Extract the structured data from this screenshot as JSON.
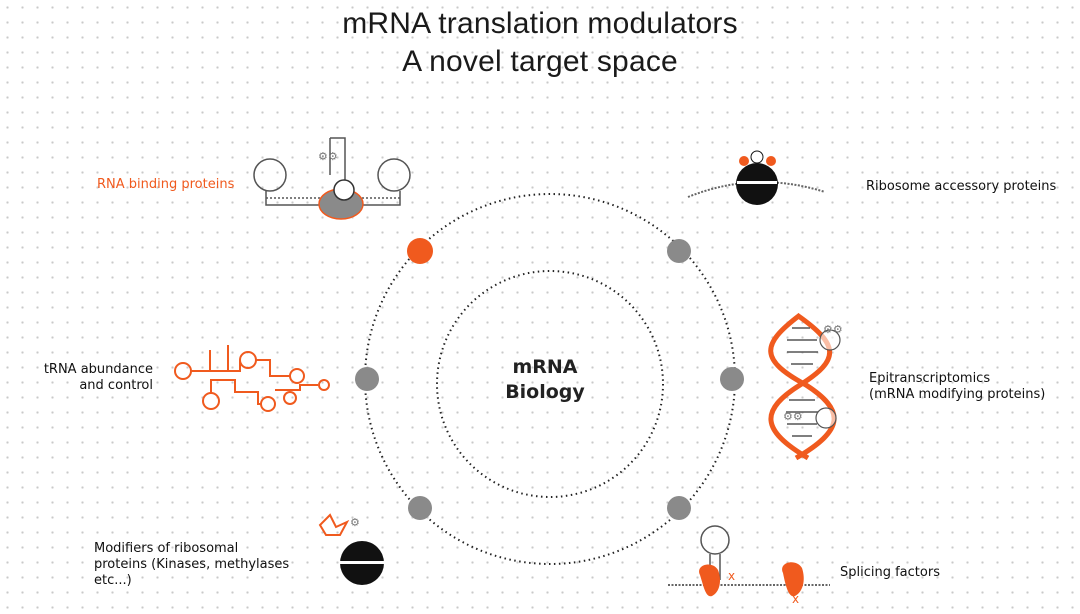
{
  "title": {
    "line1": "mRNA translation modulators",
    "line2": "A novel target space"
  },
  "center": {
    "line1": "mRNA",
    "line2": "Biology"
  },
  "labels": {
    "rna_binding": "RNA binding proteins",
    "ribosome_accessory": "Ribosome accessory proteins",
    "trna_line1": "tRNA abundance",
    "trna_line2": "and control",
    "epi_line1": "Epitranscriptomics",
    "epi_line2": "(mRNA modifying proteins)",
    "mod_line1": "Modifiers of ribosomal",
    "mod_line2": "proteins (Kinases, methylases",
    "mod_line3": "etc...)",
    "splicing": "Splicing factors"
  },
  "colors": {
    "accent": "#f05a1e",
    "node": "#8a8a8a",
    "dark": "#111111"
  }
}
